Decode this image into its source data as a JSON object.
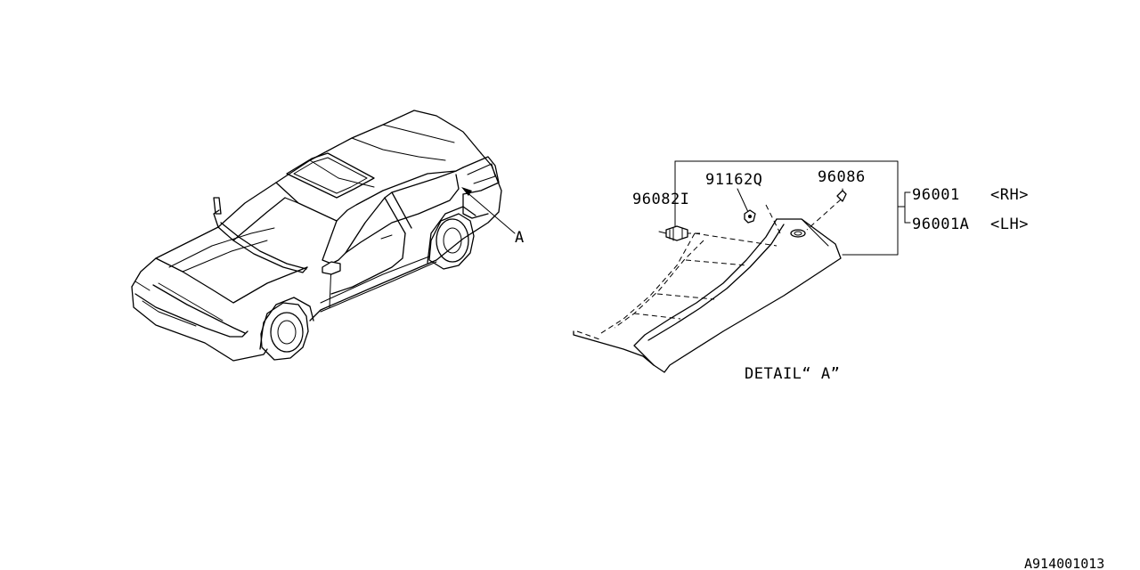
{
  "diagram": {
    "detail_marker": "A",
    "detail_caption": "DETAIL“ A”",
    "diagram_code": "A914001013",
    "parts": [
      {
        "part_number": "96082I"
      },
      {
        "part_number": "91162Q"
      },
      {
        "part_number": "96086"
      },
      {
        "part_number": "96001",
        "side": "<RH>"
      },
      {
        "part_number": "96001A",
        "side": "<LH>"
      }
    ]
  }
}
